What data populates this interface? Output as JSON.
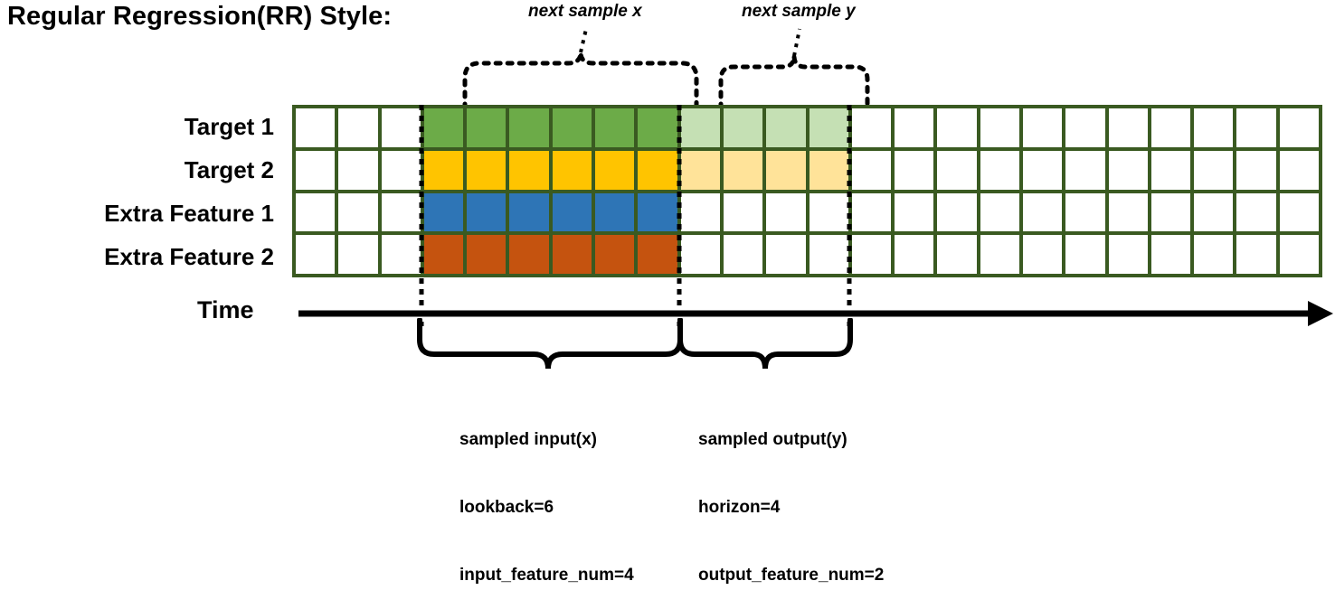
{
  "title": "Regular Regression(RR) Style:",
  "annotations": {
    "next_sample_x": "next sample x",
    "next_sample_y": "next sample y"
  },
  "axis": {
    "time_label": "Time"
  },
  "rows": [
    {
      "label": "Target 1",
      "kind": "target"
    },
    {
      "label": "Target 2",
      "kind": "target"
    },
    {
      "label": "Extra Feature 1",
      "kind": "feature"
    },
    {
      "label": "Extra Feature 2",
      "kind": "feature"
    }
  ],
  "grid": {
    "columns": 24,
    "lead_blank_columns": 3,
    "input_columns": 6,
    "output_columns": 4,
    "trail_blank_columns": 11,
    "border_color": "#3A5A21",
    "cells": [
      [
        "blank",
        "blank",
        "blank",
        "green",
        "green",
        "green",
        "green",
        "green",
        "green",
        "greenlt",
        "greenlt",
        "greenlt",
        "greenlt",
        "blank",
        "blank",
        "blank",
        "blank",
        "blank",
        "blank",
        "blank",
        "blank",
        "blank",
        "blank",
        "blank"
      ],
      [
        "blank",
        "blank",
        "blank",
        "yellow",
        "yellow",
        "yellow",
        "yellow",
        "yellow",
        "yellow",
        "yellowlt",
        "yellowlt",
        "yellowlt",
        "yellowlt",
        "blank",
        "blank",
        "blank",
        "blank",
        "blank",
        "blank",
        "blank",
        "blank",
        "blank",
        "blank",
        "blank"
      ],
      [
        "blank",
        "blank",
        "blank",
        "blue",
        "blue",
        "blue",
        "blue",
        "blue",
        "blue",
        "blank",
        "blank",
        "blank",
        "blank",
        "blank",
        "blank",
        "blank",
        "blank",
        "blank",
        "blank",
        "blank",
        "blank",
        "blank",
        "blank",
        "blank"
      ],
      [
        "blank",
        "blank",
        "blank",
        "orange",
        "orange",
        "orange",
        "orange",
        "orange",
        "orange",
        "blank",
        "blank",
        "blank",
        "blank",
        "blank",
        "blank",
        "blank",
        "blank",
        "blank",
        "blank",
        "blank",
        "blank",
        "blank",
        "blank",
        "blank"
      ]
    ],
    "colors": {
      "blank": "#FFFFFF",
      "green": "#6CAB48",
      "greenlt": "#C5E0B4",
      "yellow": "#FFC400",
      "yellowlt": "#FFE399",
      "blue": "#2E75B6",
      "orange": "#C5530F"
    }
  },
  "captions": {
    "input": {
      "line1": "sampled input(x)",
      "line2": "lookback=6",
      "line3": "input_feature_num=4"
    },
    "output": {
      "line1": "sampled output(y)",
      "line2": "horizon=4",
      "line3": "output_feature_num=2"
    }
  }
}
